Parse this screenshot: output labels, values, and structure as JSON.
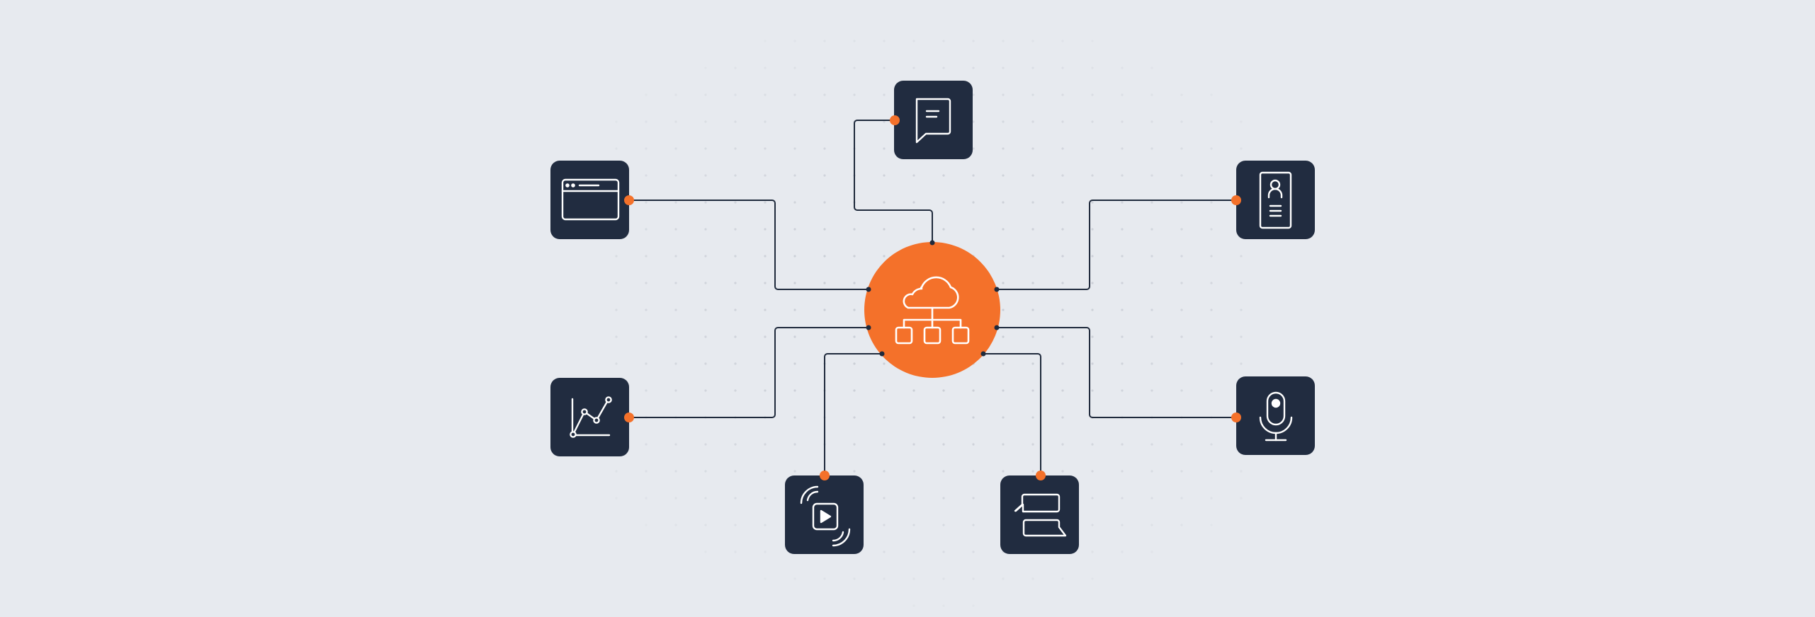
{
  "diagram": {
    "hub": {
      "icon": "cloud-network-icon"
    },
    "nodes": [
      {
        "id": "chat",
        "icon": "chat-bubble-icon"
      },
      {
        "id": "browser",
        "icon": "browser-window-icon"
      },
      {
        "id": "contact",
        "icon": "contact-card-icon"
      },
      {
        "id": "analytics",
        "icon": "line-chart-icon"
      },
      {
        "id": "voice",
        "icon": "microphone-icon"
      },
      {
        "id": "media",
        "icon": "media-stream-icon"
      },
      {
        "id": "messages",
        "icon": "conversation-icon"
      }
    ]
  },
  "colors": {
    "background": "#e7eaef",
    "tile": "#212c40",
    "hub": "#f4712a",
    "connector_dot": "#f4712a",
    "line": "#1f2a3c",
    "icon_stroke": "#ffffff",
    "grid_dot": "#c9cdd5"
  }
}
